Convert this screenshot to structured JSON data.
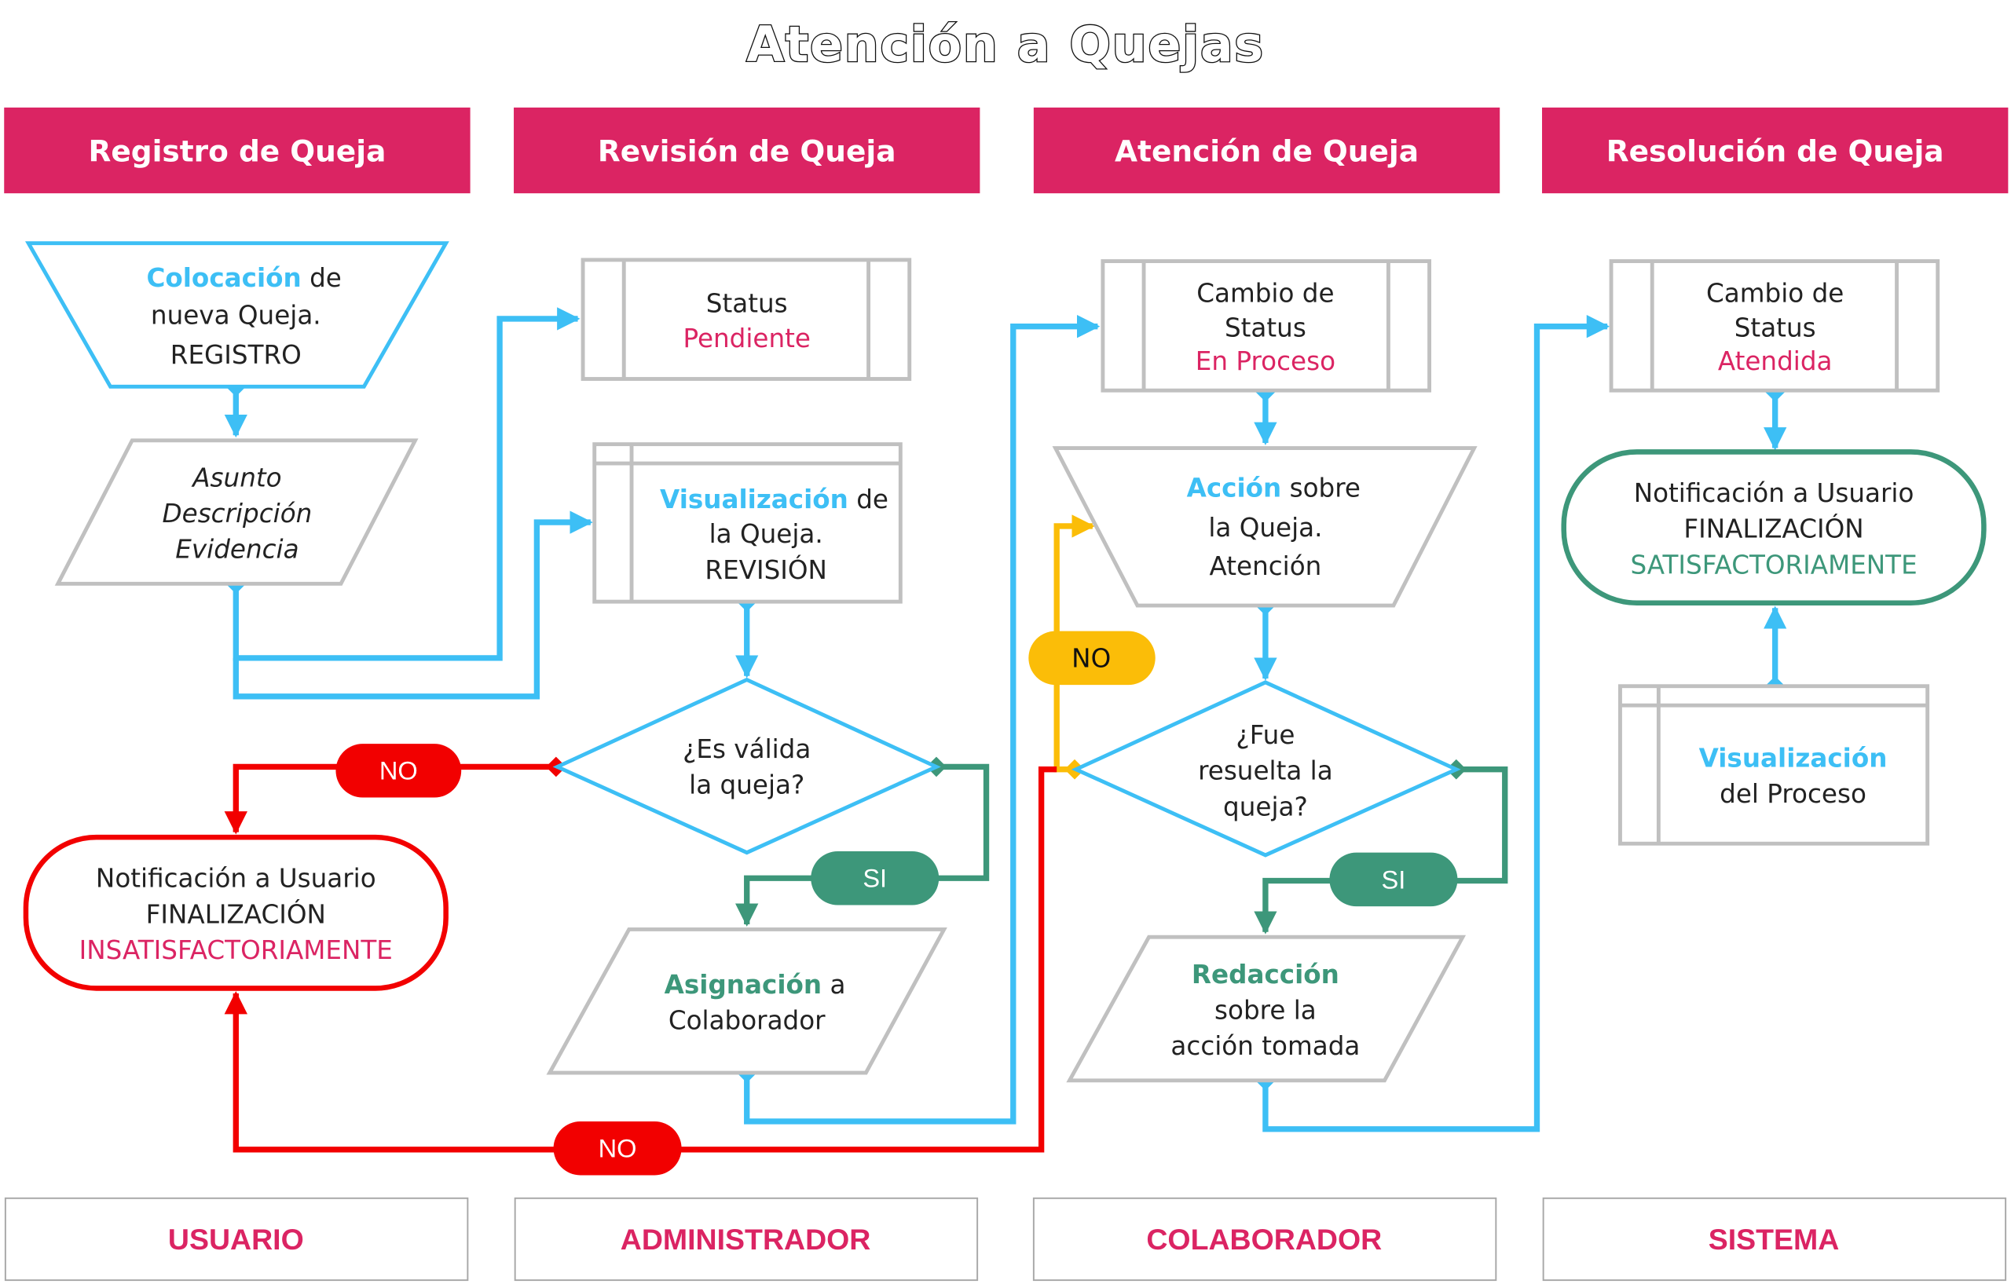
{
  "title": "Atención a Quejas",
  "colors": {
    "header": "#db2463",
    "flow_blue": "#3dbff5",
    "no_red": "#f20000",
    "si_green": "#3d977a",
    "no_yellow": "#fbbd08",
    "shape_gray": "#c0c0c0",
    "status_pink": "#db2463"
  },
  "lanes": [
    {
      "header": "Registro de Queja",
      "actor": "USUARIO"
    },
    {
      "header": "Revisión de Queja",
      "actor": "ADMINISTRADOR"
    },
    {
      "header": "Atención de Queja",
      "actor": "COLABORADOR"
    },
    {
      "header": "Resolución de Queja",
      "actor": "SISTEMA"
    }
  ],
  "nodes": {
    "colocacion": {
      "highlight": "Colocación",
      "rest": " de",
      "line2": "nueva Queja.",
      "line3": "REGISTRO"
    },
    "asunto": {
      "line1": "Asunto",
      "line2": "Descripción",
      "line3": "Evidencia"
    },
    "status_pendiente": {
      "line1": "Status",
      "status": "Pendiente"
    },
    "visualizacion_queja": {
      "highlight": "Visualización",
      "rest": " de",
      "line2": "la Queja.",
      "line3": "REVISIÓN"
    },
    "es_valida": {
      "line1": "¿Es válida",
      "line2": "la queja?"
    },
    "notif_insatisf": {
      "line1": "Notificación a Usuario",
      "line2": "FINALIZACIÓN",
      "line3": "INSATISFACTORIAMENTE"
    },
    "asignacion": {
      "highlight": "Asignación",
      "rest": " a",
      "line2": "Colaborador"
    },
    "status_proceso": {
      "line1": "Cambio de",
      "line2": "Status",
      "status": "En Proceso"
    },
    "accion": {
      "highlight": "Acción",
      "rest": " sobre",
      "line2": "la Queja.",
      "line3": "Atención"
    },
    "fue_resuelta": {
      "line1": "¿Fue",
      "line2": "resuelta la",
      "line3": "queja?"
    },
    "redaccion": {
      "highlight": "Redacción",
      "line2": "sobre la",
      "line3": "acción tomada"
    },
    "status_atendida": {
      "line1": "Cambio de",
      "line2": "Status",
      "status": "Atendida"
    },
    "notif_satisf": {
      "line1": "Notificación a Usuario",
      "line2": "FINALIZACIÓN",
      "line3": "SATISFACTORIAMENTE"
    },
    "visualizacion_proceso": {
      "highlight": "Visualización",
      "line2": "del Proceso"
    }
  },
  "labels": {
    "no_valida": "NO",
    "si_valida": "SI",
    "no_resuelta_red": "NO",
    "no_resuelta_yellow": "NO",
    "si_resuelta": "SI"
  }
}
